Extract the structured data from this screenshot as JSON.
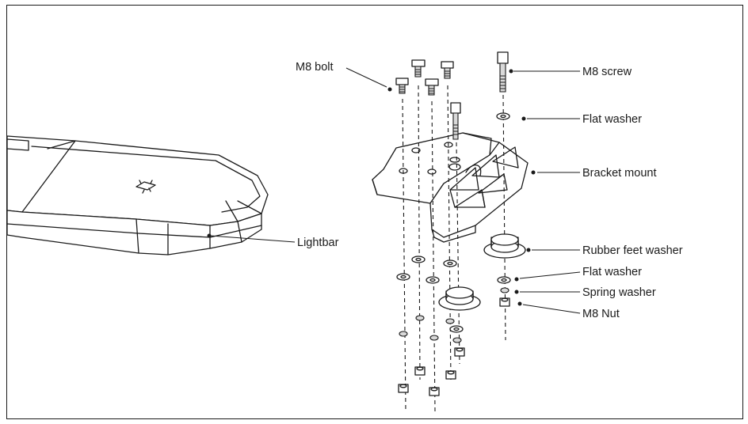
{
  "labels": {
    "m8_bolt": "M8 bolt",
    "m8_screw": "M8 screw",
    "flat_washer_top": "Flat washer",
    "bracket_mount": "Bracket mount",
    "lightbar": "Lightbar",
    "rubber_feet_washer": "Rubber feet washer",
    "flat_washer_bottom": "Flat washer",
    "spring_washer": "Spring washer",
    "m8_nut": "M8 Nut"
  }
}
